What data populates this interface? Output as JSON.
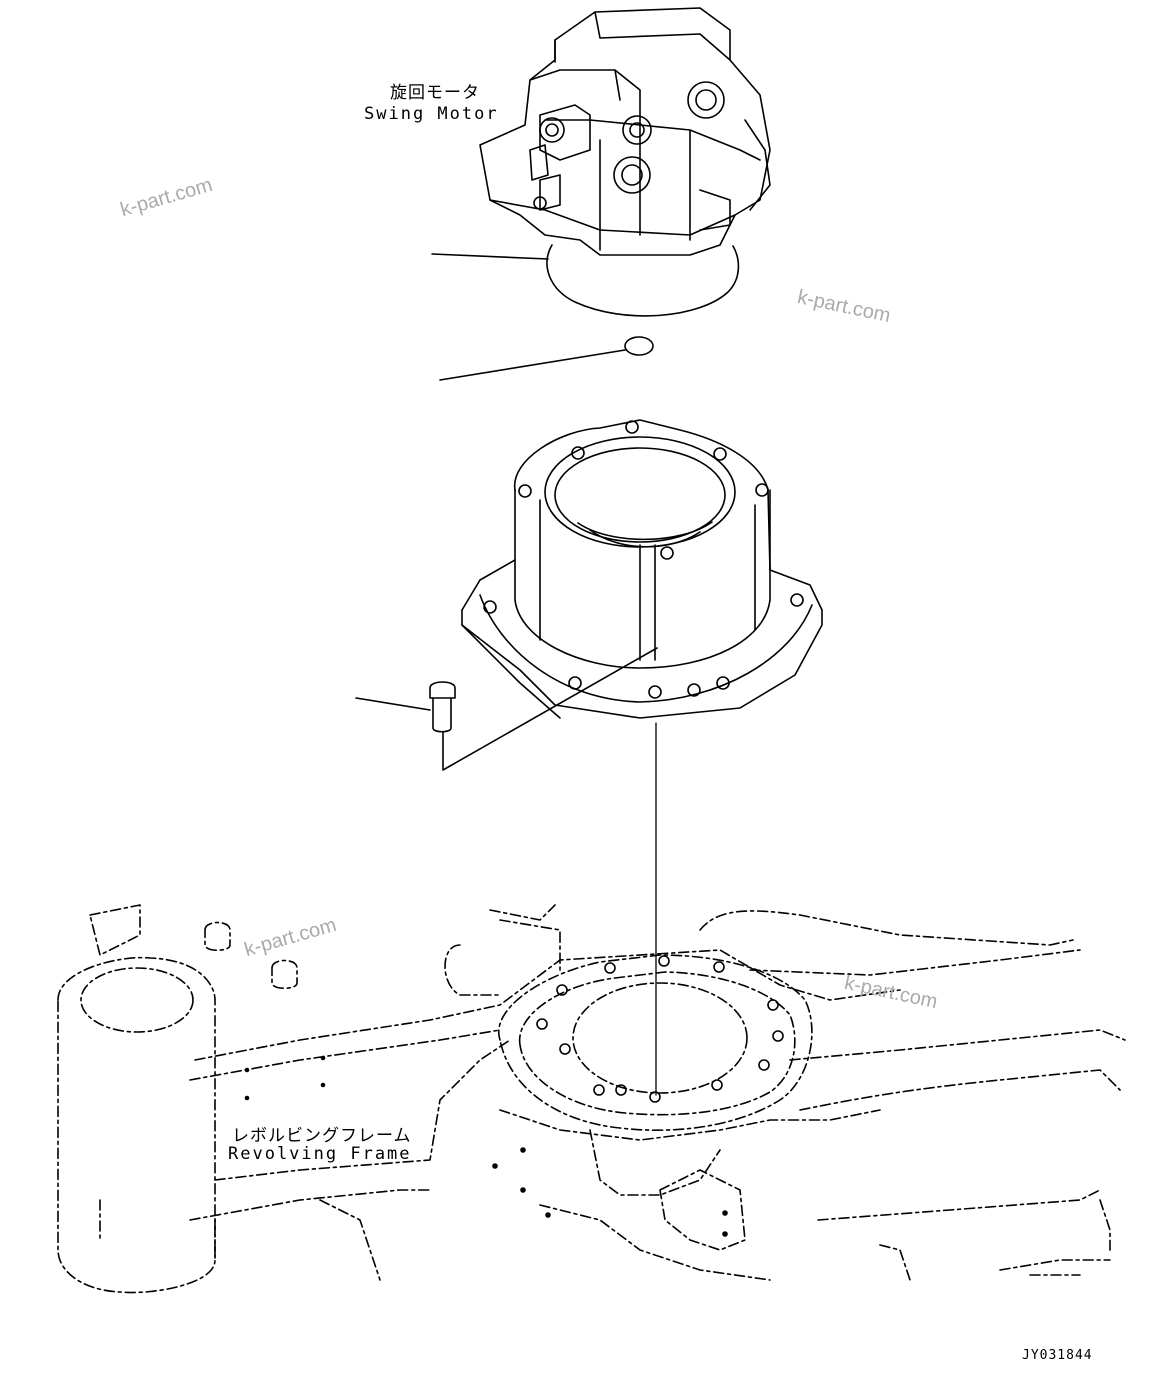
{
  "labels": {
    "swing_motor_jp": "旋回モータ",
    "swing_motor_en": "Swing Motor",
    "revolving_frame_jp": "レボルビングフレーム",
    "revolving_frame_en": "Revolving Frame"
  },
  "watermarks": [
    "k-part.com",
    "k-part.com",
    "k-part.com",
    "k-part.com"
  ],
  "drawing_code": "JY031844"
}
